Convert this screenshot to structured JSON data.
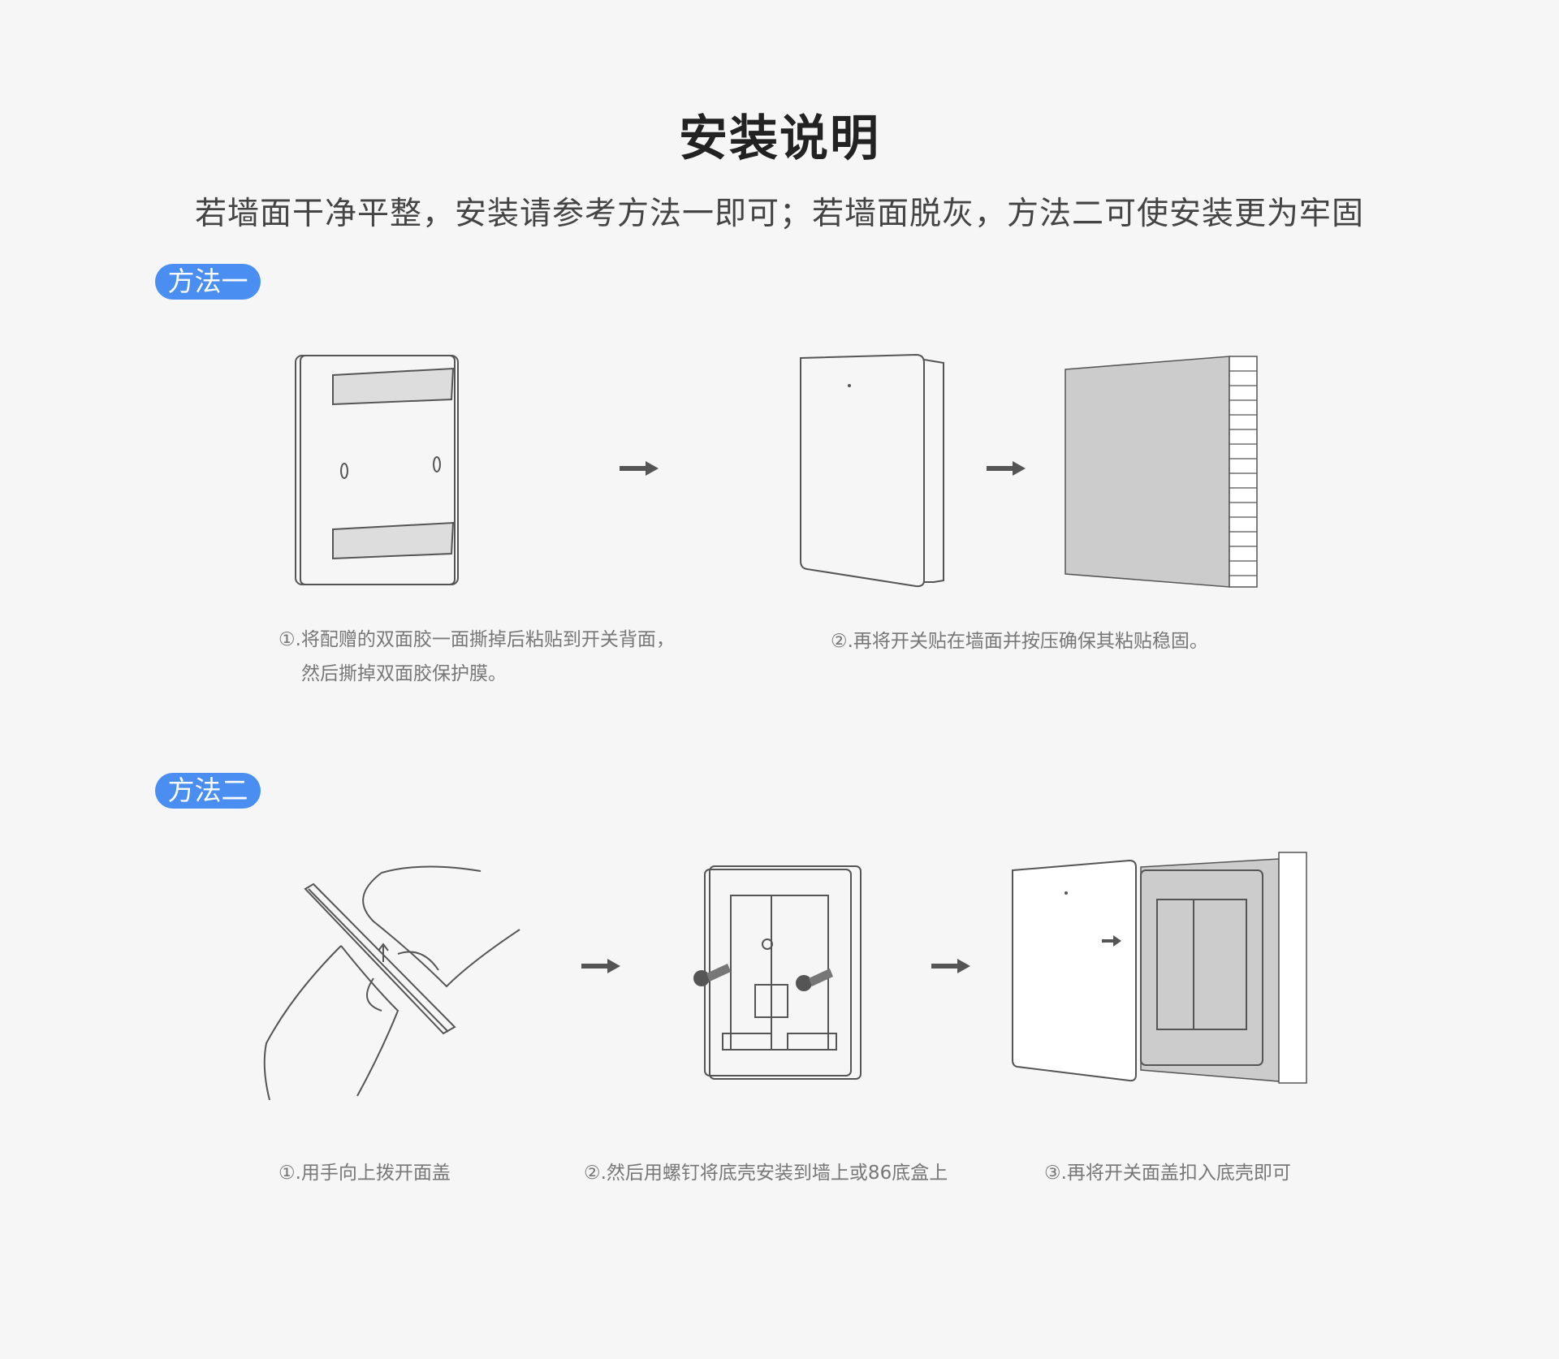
{
  "title": "安装说明",
  "subtitle": "若墙面干净平整，安装请参考方法一即可；若墙面脱灰，方法二可使安装更为牢固",
  "method1": {
    "badge": "方法一",
    "captions": [
      "①.将配赠的双面胶一面撕掉后粘贴到开关背面，",
      "然后撕掉双面胶保护膜。",
      "②.再将开关贴在墙面并按压确保其粘贴稳固。"
    ]
  },
  "method2": {
    "badge": "方法二",
    "captions": [
      "①.用手向上拨开面盖",
      "②.然后用螺钉将底壳安装到墙上或86底盒上",
      "③.再将开关面盖扣入底壳即可"
    ]
  },
  "colors": {
    "badge": "#4b8ef2",
    "wall": "#cccccc"
  }
}
